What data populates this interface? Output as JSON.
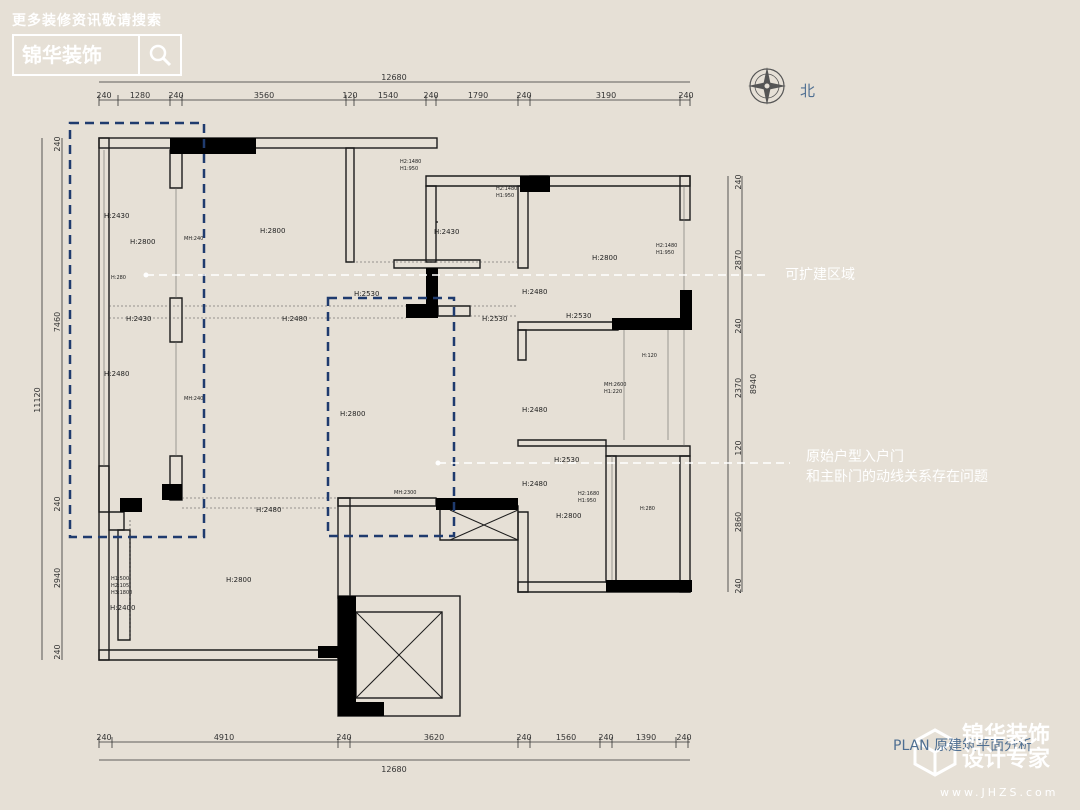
{
  "brand": {
    "tagline": "更多装修资讯敬请搜索",
    "name": "锦华装饰",
    "search_icon": "search-icon"
  },
  "compass": {
    "label": "北",
    "icon": "compass-icon"
  },
  "annotations": {
    "expand_area": "可扩建区域",
    "door_issue_line1": "原始户型入户门",
    "door_issue_line2": "和主卧门的动线关系存在问题"
  },
  "plan_title": "PLAN 原建筑平面分析",
  "watermark": {
    "line1": "锦华装饰",
    "line2": "设计专家",
    "site": "www.JHZS.com"
  },
  "dimensions": {
    "top_total": "12680",
    "top": [
      "240",
      "1280",
      "240",
      "3560",
      "120",
      "1540",
      "240",
      "1790",
      "240",
      "3190",
      "240"
    ],
    "bottom_total": "12680",
    "bottom": [
      "240",
      "4910",
      "240",
      "3620",
      "240",
      "1560",
      "240",
      "1390",
      "240"
    ],
    "left_total": "11120",
    "left": [
      "240",
      "7460",
      "240",
      "2940",
      "240"
    ],
    "right_total": "8940",
    "right": [
      "240",
      "2870",
      "240",
      "2370",
      "120",
      "2860",
      "240"
    ]
  },
  "heights": [
    "H:2430",
    "H:2800",
    "H:2800",
    "H:2430",
    "H:2530",
    "H:2480",
    "H:2530",
    "H:2430",
    "H:2480",
    "H:2530",
    "H:2800",
    "H:2800",
    "H:2480",
    "H:2530",
    "H:2480",
    "H:2480",
    "H:2800",
    "H:2800",
    "H:2480",
    "H:2400"
  ],
  "small_notes": [
    "H2:1480",
    "H1:950",
    "H2:1480",
    "H1:950",
    "H2:1480",
    "H1:950",
    "MH:2600",
    "H1:220",
    "H:120",
    "H2:1680",
    "H1:950",
    "MH:2300",
    "H1:500",
    "H2:105",
    "H3:1800",
    "MH:240",
    "MH:240",
    "H:280",
    "H:280"
  ],
  "colors": {
    "wall": "#000000",
    "outline": "#1c1c1c",
    "highlight": "#1f3b6e",
    "background": "#e6e0d6"
  }
}
